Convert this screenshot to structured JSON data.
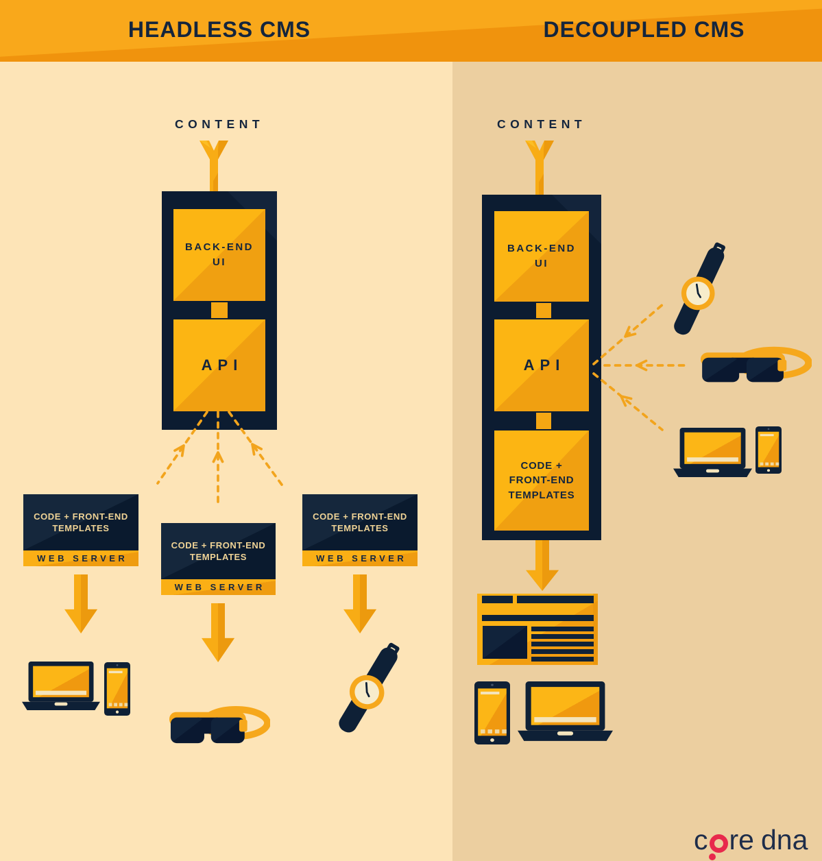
{
  "header": {
    "left_title": "HEADLESS CMS",
    "right_title": "DECOUPLED CMS"
  },
  "left": {
    "content_label": "CONTENT",
    "backend_ui_label": "BACK-END\nUI",
    "api_label": "API",
    "servers": [
      {
        "templates_label": "CODE + FRONT-END\nTEMPLATES",
        "server_label": "WEB SERVER"
      },
      {
        "templates_label": "CODE + FRONT-END\nTEMPLATES",
        "server_label": "WEB SERVER"
      },
      {
        "templates_label": "CODE + FRONT-END\nTEMPLATES",
        "server_label": "WEB SERVER"
      }
    ]
  },
  "right": {
    "content_label": "CONTENT",
    "backend_ui_label": "BACK-END\nUI",
    "api_label": "API",
    "templates_label": "CODE +\nFRONT-END\nTEMPLATES"
  },
  "logo": {
    "c": "c",
    "re": "re",
    "dna": "dna"
  },
  "icons": {
    "left_devices": [
      "laptop-icon",
      "smartphone-icon",
      "smart-glasses-icon",
      "smartwatch-icon"
    ],
    "right_devices": [
      "smartwatch-icon",
      "smart-glasses-icon",
      "laptop-icon",
      "tablet-icon",
      "webpage-icon",
      "tablet-icon",
      "laptop-icon"
    ],
    "flow": [
      "content-arrow-icon",
      "dashed-request-arrow-icon",
      "solid-down-arrow-icon"
    ]
  },
  "colors": {
    "header_yellow": "#F9A81B",
    "header_orange": "#F0930D",
    "panel_left_bg": "#FDE4B7",
    "panel_right_bg": "#ECCFA0",
    "navy": "#0C1C31",
    "box_yellow_light": "#FCB513",
    "box_yellow_dark": "#F0A011",
    "arrow_yellow": "#F2A41D",
    "cream_text": "#EFD396",
    "label_navy": "#14253D",
    "logo_navy": "#1E2D4A",
    "logo_red": "#E8294C"
  }
}
